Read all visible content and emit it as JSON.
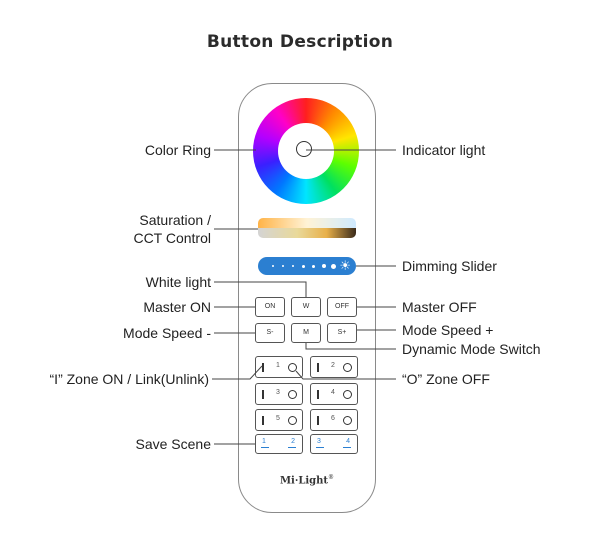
{
  "title": "Button Description",
  "labels": {
    "color_ring": "Color Ring",
    "saturation_line1": "Saturation /",
    "saturation_line2": "CCT Control",
    "white_light": "White light",
    "master_on": "Master ON",
    "mode_speed_minus": "Mode Speed -",
    "zone_on_link": "“I” Zone ON / Link(Unlink)",
    "save_scene": "Save Scene",
    "indicator_light": "Indicator light",
    "dimming_slider": "Dimming Slider",
    "master_off": "Master OFF",
    "mode_speed_plus": "Mode Speed +",
    "dynamic_mode_switch": "Dynamic Mode Switch",
    "zone_off": "“O” Zone OFF"
  },
  "buttons": {
    "on": "ON",
    "w": "W",
    "off": "OFF",
    "s_minus": "S-",
    "m": "M",
    "s_plus": "S+"
  },
  "zones": [
    "1",
    "2",
    "3",
    "4",
    "5",
    "6"
  ],
  "scenes": [
    "1",
    "2",
    "3",
    "4"
  ],
  "logo": "Mi·Light",
  "logo_mark": "®",
  "dimmer_icon": "sun-icon",
  "colors": {
    "dimming_bar": "#2b7fd1",
    "remote_outline": "#8a8a8a",
    "scene_text": "#2b7fd1"
  }
}
